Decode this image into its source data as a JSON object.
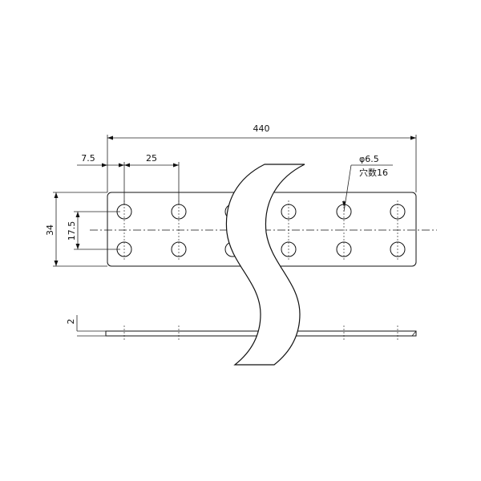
{
  "drawing": {
    "overall_length": "440",
    "edge_to_first_hole": "7.5",
    "hole_pitch": "25",
    "hole_spec_diameter": "φ6.5",
    "hole_spec_count": "穴数16",
    "plate_width": "34",
    "hole_row_spacing": "17.5",
    "thickness": "2"
  }
}
